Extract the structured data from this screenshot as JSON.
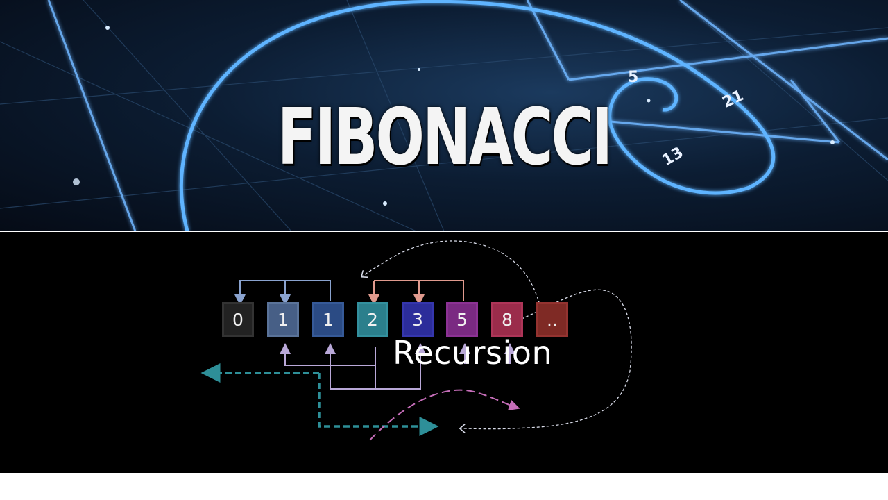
{
  "banner": {
    "title": "FIBONACCI",
    "spiral_numbers": [
      "5",
      "21",
      "13"
    ]
  },
  "sequence": {
    "cells": [
      {
        "label": "0",
        "fill": "#222222",
        "border": "#333333"
      },
      {
        "label": "1",
        "fill": "#475f86",
        "border": "#5a7399"
      },
      {
        "label": "1",
        "fill": "#2b4b84",
        "border": "#365a98"
      },
      {
        "label": "2",
        "fill": "#2b7f8c",
        "border": "#33909e"
      },
      {
        "label": "3",
        "fill": "#2c2d9a",
        "border": "#3536ad"
      },
      {
        "label": "5",
        "fill": "#7a2a82",
        "border": "#8c3294"
      },
      {
        "label": "8",
        "fill": "#9b2c4b",
        "border": "#ae3558"
      },
      {
        "label": "..",
        "fill": "#7f2a25",
        "border": "#943330"
      }
    ],
    "caption": "Recursion"
  },
  "colors": {
    "arrow_blue": "#8aa3cf",
    "arrow_salmon": "#e09a8e",
    "arrow_lilac": "#b9a8d8",
    "arrow_teal": "#2e8f98",
    "arrow_pink": "#c56db8",
    "arrow_white": "#d8dbe8"
  }
}
